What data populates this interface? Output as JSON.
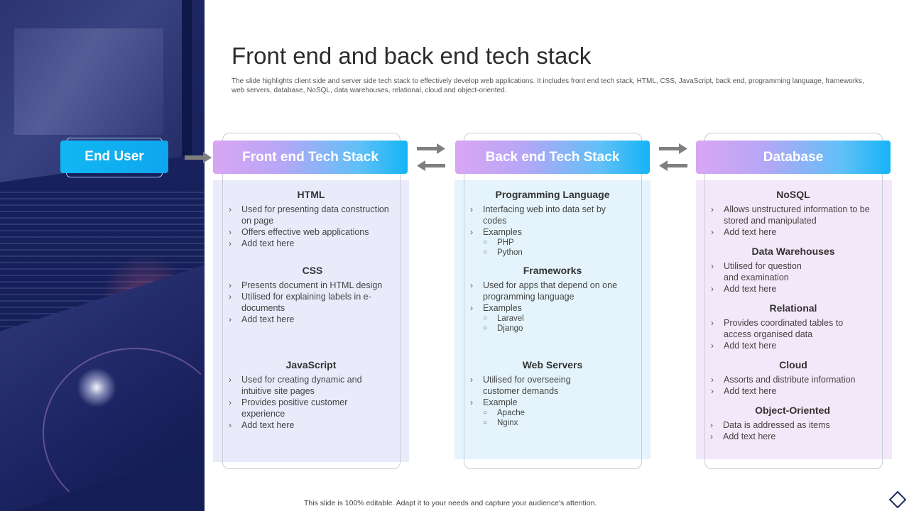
{
  "slide": {
    "title": "Front end and back end tech stack",
    "subtitle": "The slide highlights client side and server side tech stack to effectively develop web applications. It includes front end tech stack, HTML,  CSS, JavaScript, back end, programming language, frameworks, web servers, database, NoSQL, data warehouses, relational, cloud and object-oriented.",
    "footer": "This slide is 100% editable.  Adapt it to your needs and capture your audience's attention."
  },
  "end_user": {
    "label": "End User"
  },
  "columns": [
    {
      "header": "Front end Tech Stack",
      "sections": [
        {
          "title": "HTML",
          "bullets": [
            {
              "text": "Used for presenting data construction on page"
            },
            {
              "text": "Offers effective web applications"
            },
            {
              "text": "Add text here"
            }
          ]
        },
        {
          "title": "CSS",
          "bullets": [
            {
              "text": "Presents document in HTML design"
            },
            {
              "text": "Utilised for explaining labels in e-documents"
            },
            {
              "text": "Add text here"
            }
          ]
        },
        {
          "title": "JavaScript",
          "bullets": [
            {
              "text": "Used for creating dynamic and intuitive  site pages"
            },
            {
              "text": "Provides positive customer experience"
            },
            {
              "text": "Add text here"
            }
          ]
        }
      ]
    },
    {
      "header": "Back end Tech Stack",
      "sections": [
        {
          "title": "Programming Language",
          "bullets": [
            {
              "text": "Interfacing web into data set by codes"
            },
            {
              "text": "Examples",
              "sub": [
                "PHP",
                "Python"
              ]
            }
          ]
        },
        {
          "title": "Frameworks",
          "bullets": [
            {
              "text": "Used for apps that depend on one programming  language"
            },
            {
              "text": "Examples",
              "sub": [
                "Laravel",
                "Django"
              ]
            }
          ]
        },
        {
          "title": "Web Servers",
          "bullets": [
            {
              "text": "Utilised for overseeing customer demands"
            },
            {
              "text": "Example",
              "sub": [
                "Apache",
                "Nginx"
              ]
            }
          ]
        }
      ]
    },
    {
      "header": "Database",
      "sections": [
        {
          "title": "NoSQL",
          "bullets": [
            {
              "text": "Allows unstructured information  to be stored and manipulated"
            },
            {
              "text": "Add text here"
            }
          ]
        },
        {
          "title": "Data Warehouses",
          "bullets": [
            {
              "text": "Utilised for question and examination"
            },
            {
              "text": "Add text here"
            }
          ]
        },
        {
          "title": "Relational",
          "bullets": [
            {
              "text": "Provides coordinated tables to access organised data"
            },
            {
              "text": "Add text here"
            }
          ]
        },
        {
          "title": "Cloud",
          "bullets": [
            {
              "text": "Assorts and distribute  information"
            },
            {
              "text": " Add text here"
            }
          ]
        },
        {
          "title": "Object-Oriented",
          "bullets": [
            {
              "text": "Data is addressed as items"
            },
            {
              "text": "Add text here"
            }
          ]
        }
      ]
    }
  ],
  "colors": {
    "end_user_blue": "#10b7f2",
    "header_gradient_start": "#d8a6f3",
    "header_gradient_end": "#15b4f5",
    "front_end_bg": "#e9ebfb",
    "back_end_bg": "#e5f4fc",
    "database_bg": "#f3e8f9",
    "side_panel_navy": "#1d2660",
    "arrow_gray": "#7f7f7f"
  },
  "icons": {
    "flow_arrow": "arrow-right-icon",
    "swap": "swap-arrows-icon",
    "corner": "diamond-icon"
  }
}
